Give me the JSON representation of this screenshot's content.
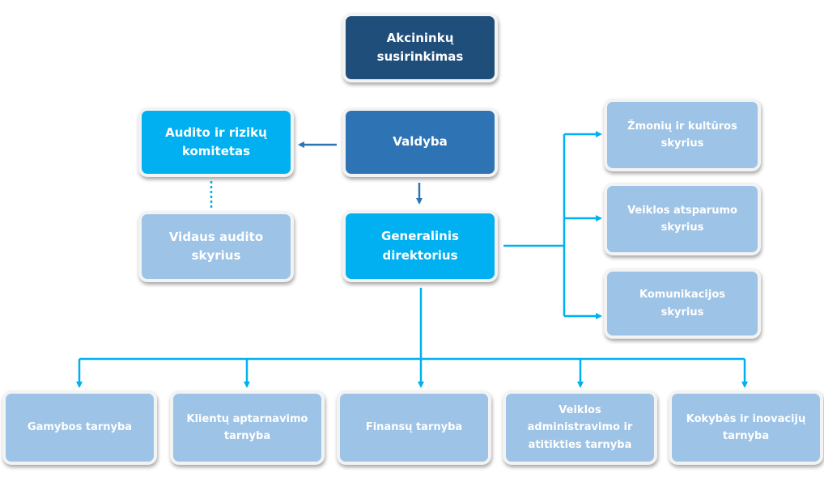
{
  "org_chart": {
    "shareholders_meeting": "Akcininkų susirinkimas",
    "board": "Valdyba",
    "audit_risk_committee": "Audito ir rizikų komitetas",
    "internal_audit": "Vidaus audito skyrius",
    "ceo": "Generalinis direktorius",
    "staff_units": [
      "Žmonių ir kultūros skyrius",
      "Veiklos atsparumo skyrius",
      "Komunikacijos skyrius"
    ],
    "services": [
      "Gamybos tarnyba",
      "Klientų aptarnavimo tarnyba",
      "Finansų tarnyba",
      "Veiklos administravimo ir atitikties tarnyba",
      "Kokybės ir inovacijų tarnyba"
    ]
  },
  "colors": {
    "top_level": "#1f4e7a",
    "board": "#2e74b5",
    "highlight": "#00b0f0",
    "unit": "#9dc3e6",
    "connector": "#00b0f0",
    "board_arrow": "#2e74b5"
  }
}
